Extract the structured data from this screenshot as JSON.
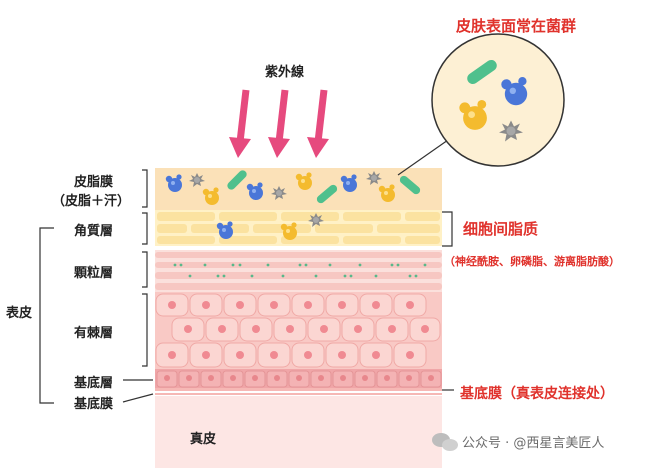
{
  "labels": {
    "uv": "紫外線",
    "surface_bacteria": "皮肤表面常在菌群",
    "sebum_film": "皮脂膜",
    "sebum_film_sub": "（皮脂＋汗）",
    "stratum_corneum": "角質層",
    "granular": "顆粒層",
    "spinous": "有棘層",
    "basal": "基底層",
    "basement_membrane": "基底膜",
    "epidermis": "表皮",
    "dermis": "真皮",
    "intercellular_lipids": "细胞间脂质",
    "intercellular_lipids_sub": "（神经酰胺、卵磷脂、游离脂肪酸）",
    "basement_membrane_note": "基底膜（真表皮连接处）"
  },
  "watermark": "公众号 · @西星言美匠人",
  "colors": {
    "accent_red": "#e0322c",
    "arrow_pink": "#e64a7e",
    "sebum": "#fbe1b8",
    "corneum": "#fff1c6",
    "cell_pink": "#f6b8b5",
    "bacteria_blue": "#4a76d8",
    "bacteria_yellow": "#f4bb2e",
    "bacteria_green": "#4fc08d",
    "bacteria_gray": "#8a8a8a"
  },
  "icons": [
    "arrow-down-icon",
    "bacteria-blue-icon",
    "bacteria-yellow-icon",
    "bacteria-green-icon",
    "bacteria-gray-icon",
    "wechat-icon"
  ]
}
